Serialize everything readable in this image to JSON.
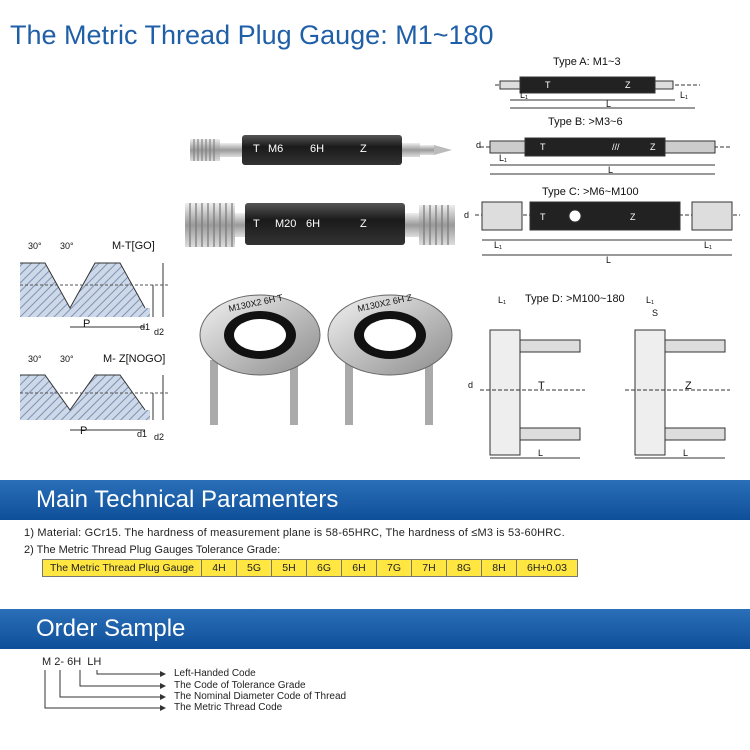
{
  "title": "The Metric Thread Plug Gauge: M1~180",
  "types": {
    "a": "Type A: M1~3",
    "b": "Type B: >M3~6",
    "c": "Type C: >M6~M100",
    "d": "Type D: >M100~180"
  },
  "gauge_small": {
    "t": "T",
    "m": "M6",
    "g": "6H",
    "z": "Z"
  },
  "gauge_large": {
    "t": "T",
    "m": "M20",
    "g": "6H",
    "z": "Z"
  },
  "thread_go": {
    "angle_left": "30°",
    "angle_right": "30°",
    "label": "M-T[GO]",
    "p": "P",
    "d1": "d1",
    "d2": "d2"
  },
  "thread_nogo": {
    "angle_left": "30°",
    "angle_right": "30°",
    "label": "M- Z[NOGO]",
    "p": "P",
    "d1": "d1",
    "d2": "d2"
  },
  "ring_marks": {
    "left": "M130X2 6H T",
    "right": "M130X2 6H Z"
  },
  "dims": {
    "L": "L",
    "L1": "L₁",
    "d": "d",
    "S": "S",
    "T": "T",
    "Z": "Z"
  },
  "typeb_extra": "///",
  "section_tech": "Main Technical Paramenters",
  "material_line": "1) Material: GCr15. The hardness of measurement plane is 58-65HRC, The hardness of ≤M3 is 53-60HRC.",
  "tolerance_line": "2) The Metric Thread Plug Gauges Tolerance Grade:",
  "tolerance_table": [
    "The Metric Thread Plug Gauge",
    "4H",
    "5G",
    "5H",
    "6G",
    "6H",
    "7G",
    "7H",
    "8G",
    "8H",
    "6H+0.03"
  ],
  "section_order": "Order Sample",
  "order_code": {
    "m": "M",
    "n": "2-",
    "g": "6H",
    "lh": "LH"
  },
  "order_labels": [
    "Left-Handed Code",
    "The Code of Tolerance Grade",
    "The Nominal Diameter Code of Thread",
    "The Metric Thread Code"
  ]
}
